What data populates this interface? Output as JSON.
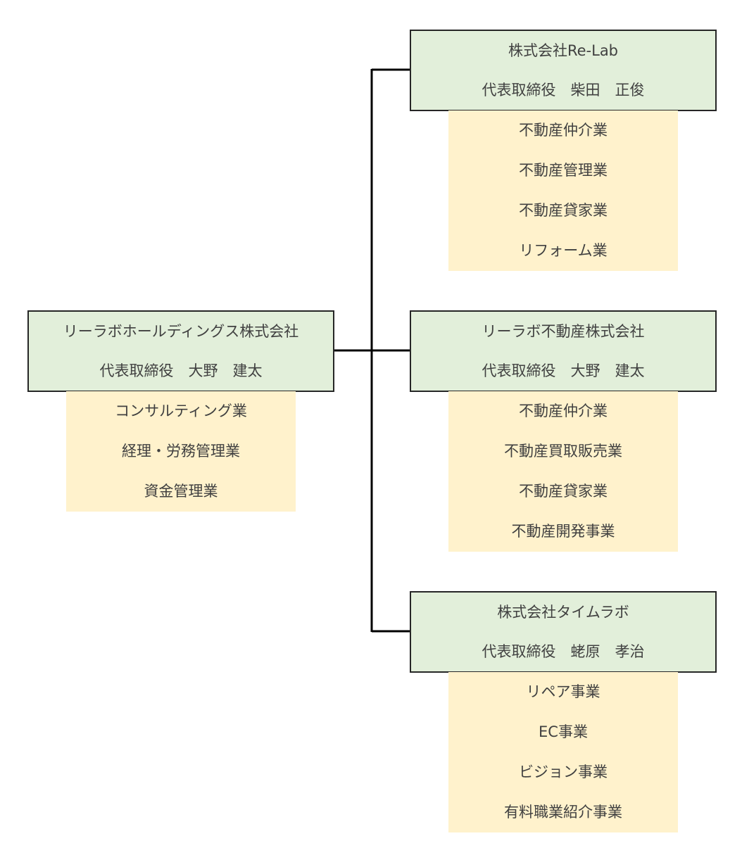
{
  "holding": {
    "company": "リーラボホールディングス株式会社",
    "representative": "代表取締役　大野　建太",
    "businesses": [
      "コンサルティング業",
      "経理・労務管理業",
      "資金管理業"
    ]
  },
  "subsidiaries": [
    {
      "company": "株式会社Re-Lab",
      "representative": "代表取締役　柴田　正俊",
      "businesses": [
        "不動産仲介業",
        "不動産管理業",
        "不動産貸家業",
        "リフォーム業"
      ]
    },
    {
      "company": "リーラボ不動産株式会社",
      "representative": "代表取締役　大野　建太",
      "businesses": [
        "不動産仲介業",
        "不動産買取販売業",
        "不動産貸家業",
        "不動産開発事業"
      ]
    },
    {
      "company": "株式会社タイムラボ",
      "representative": "代表取締役　蛯原　孝治",
      "businesses": [
        "リペア事業",
        "EC事業",
        "ビジョン事業",
        "有料職業紹介事業"
      ]
    }
  ],
  "colors": {
    "company_fill": "#e2efda",
    "business_fill": "#fff2cc",
    "line": "#000000",
    "text": "#404040"
  }
}
